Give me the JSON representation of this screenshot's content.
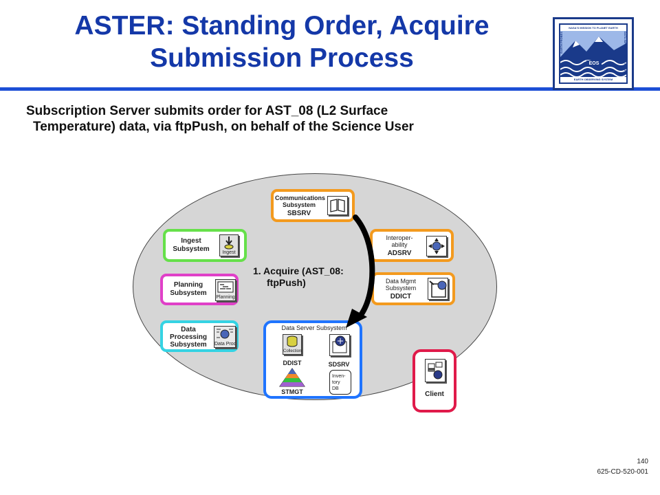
{
  "slide": {
    "title_line1": "ASTER:  Standing Order, Acquire",
    "title_line2": "Submission Process",
    "subtitle_line1": "Subscription Server submits order for AST_08 (L2 Surface",
    "subtitle_line2": "Temperature) data, via ftpPush, on behalf of the Science User",
    "page_number": "140",
    "doc_id": "625-CD-520-001"
  },
  "logo": {
    "top_text": "NASA'S MISSION TO PLANET EARTH",
    "left_text": "EARTH PROBES",
    "right_text": "DATA INFORMATION SYSTEM",
    "center_text": "EOS",
    "bottom_text": "EARTH OBSERVING SYSTEM"
  },
  "diagram": {
    "comm": {
      "line1": "Communications",
      "line2": "Subsystem",
      "line3": "SBSRV"
    },
    "ingest": {
      "line1": "Ingest",
      "line2": "Subsystem",
      "icon_label": "Ingest"
    },
    "planning": {
      "line1": "Planning",
      "line2": "Subsystem",
      "icon_label": "Planning"
    },
    "dps": {
      "line1": "Data",
      "line2": "Processing",
      "line3": "Subsystem",
      "icon_label": "Data Proc"
    },
    "interop": {
      "line1": "Interoper-",
      "line2": "ability",
      "line3": "ADSRV"
    },
    "dm": {
      "line1": "Data Mgmt",
      "line2": "Subsystem",
      "line3": "DDICT"
    },
    "dss": {
      "title": "Data Server Subsystem",
      "ddist": "DDIST",
      "collection": "Collection",
      "stmgt": "STMGT",
      "sdsrv": "SDSRV",
      "inv_line1": "Inven-",
      "inv_line2": "tory",
      "inv_line3": "DB"
    },
    "client": {
      "label": "Client"
    },
    "step": {
      "line1": "1. Acquire (AST_08:",
      "line2": "ftpPush)"
    }
  },
  "colors": {
    "title": "#1438a8",
    "rule": "#1d4fd6",
    "ingest_border": "#66e04a",
    "planning_border": "#e040c8",
    "dps_border": "#35d3e3",
    "orange_border": "#f39a1e",
    "dss_border": "#1f74ff",
    "client_border": "#e01a4a",
    "ellipse": "#d6d6d6"
  }
}
